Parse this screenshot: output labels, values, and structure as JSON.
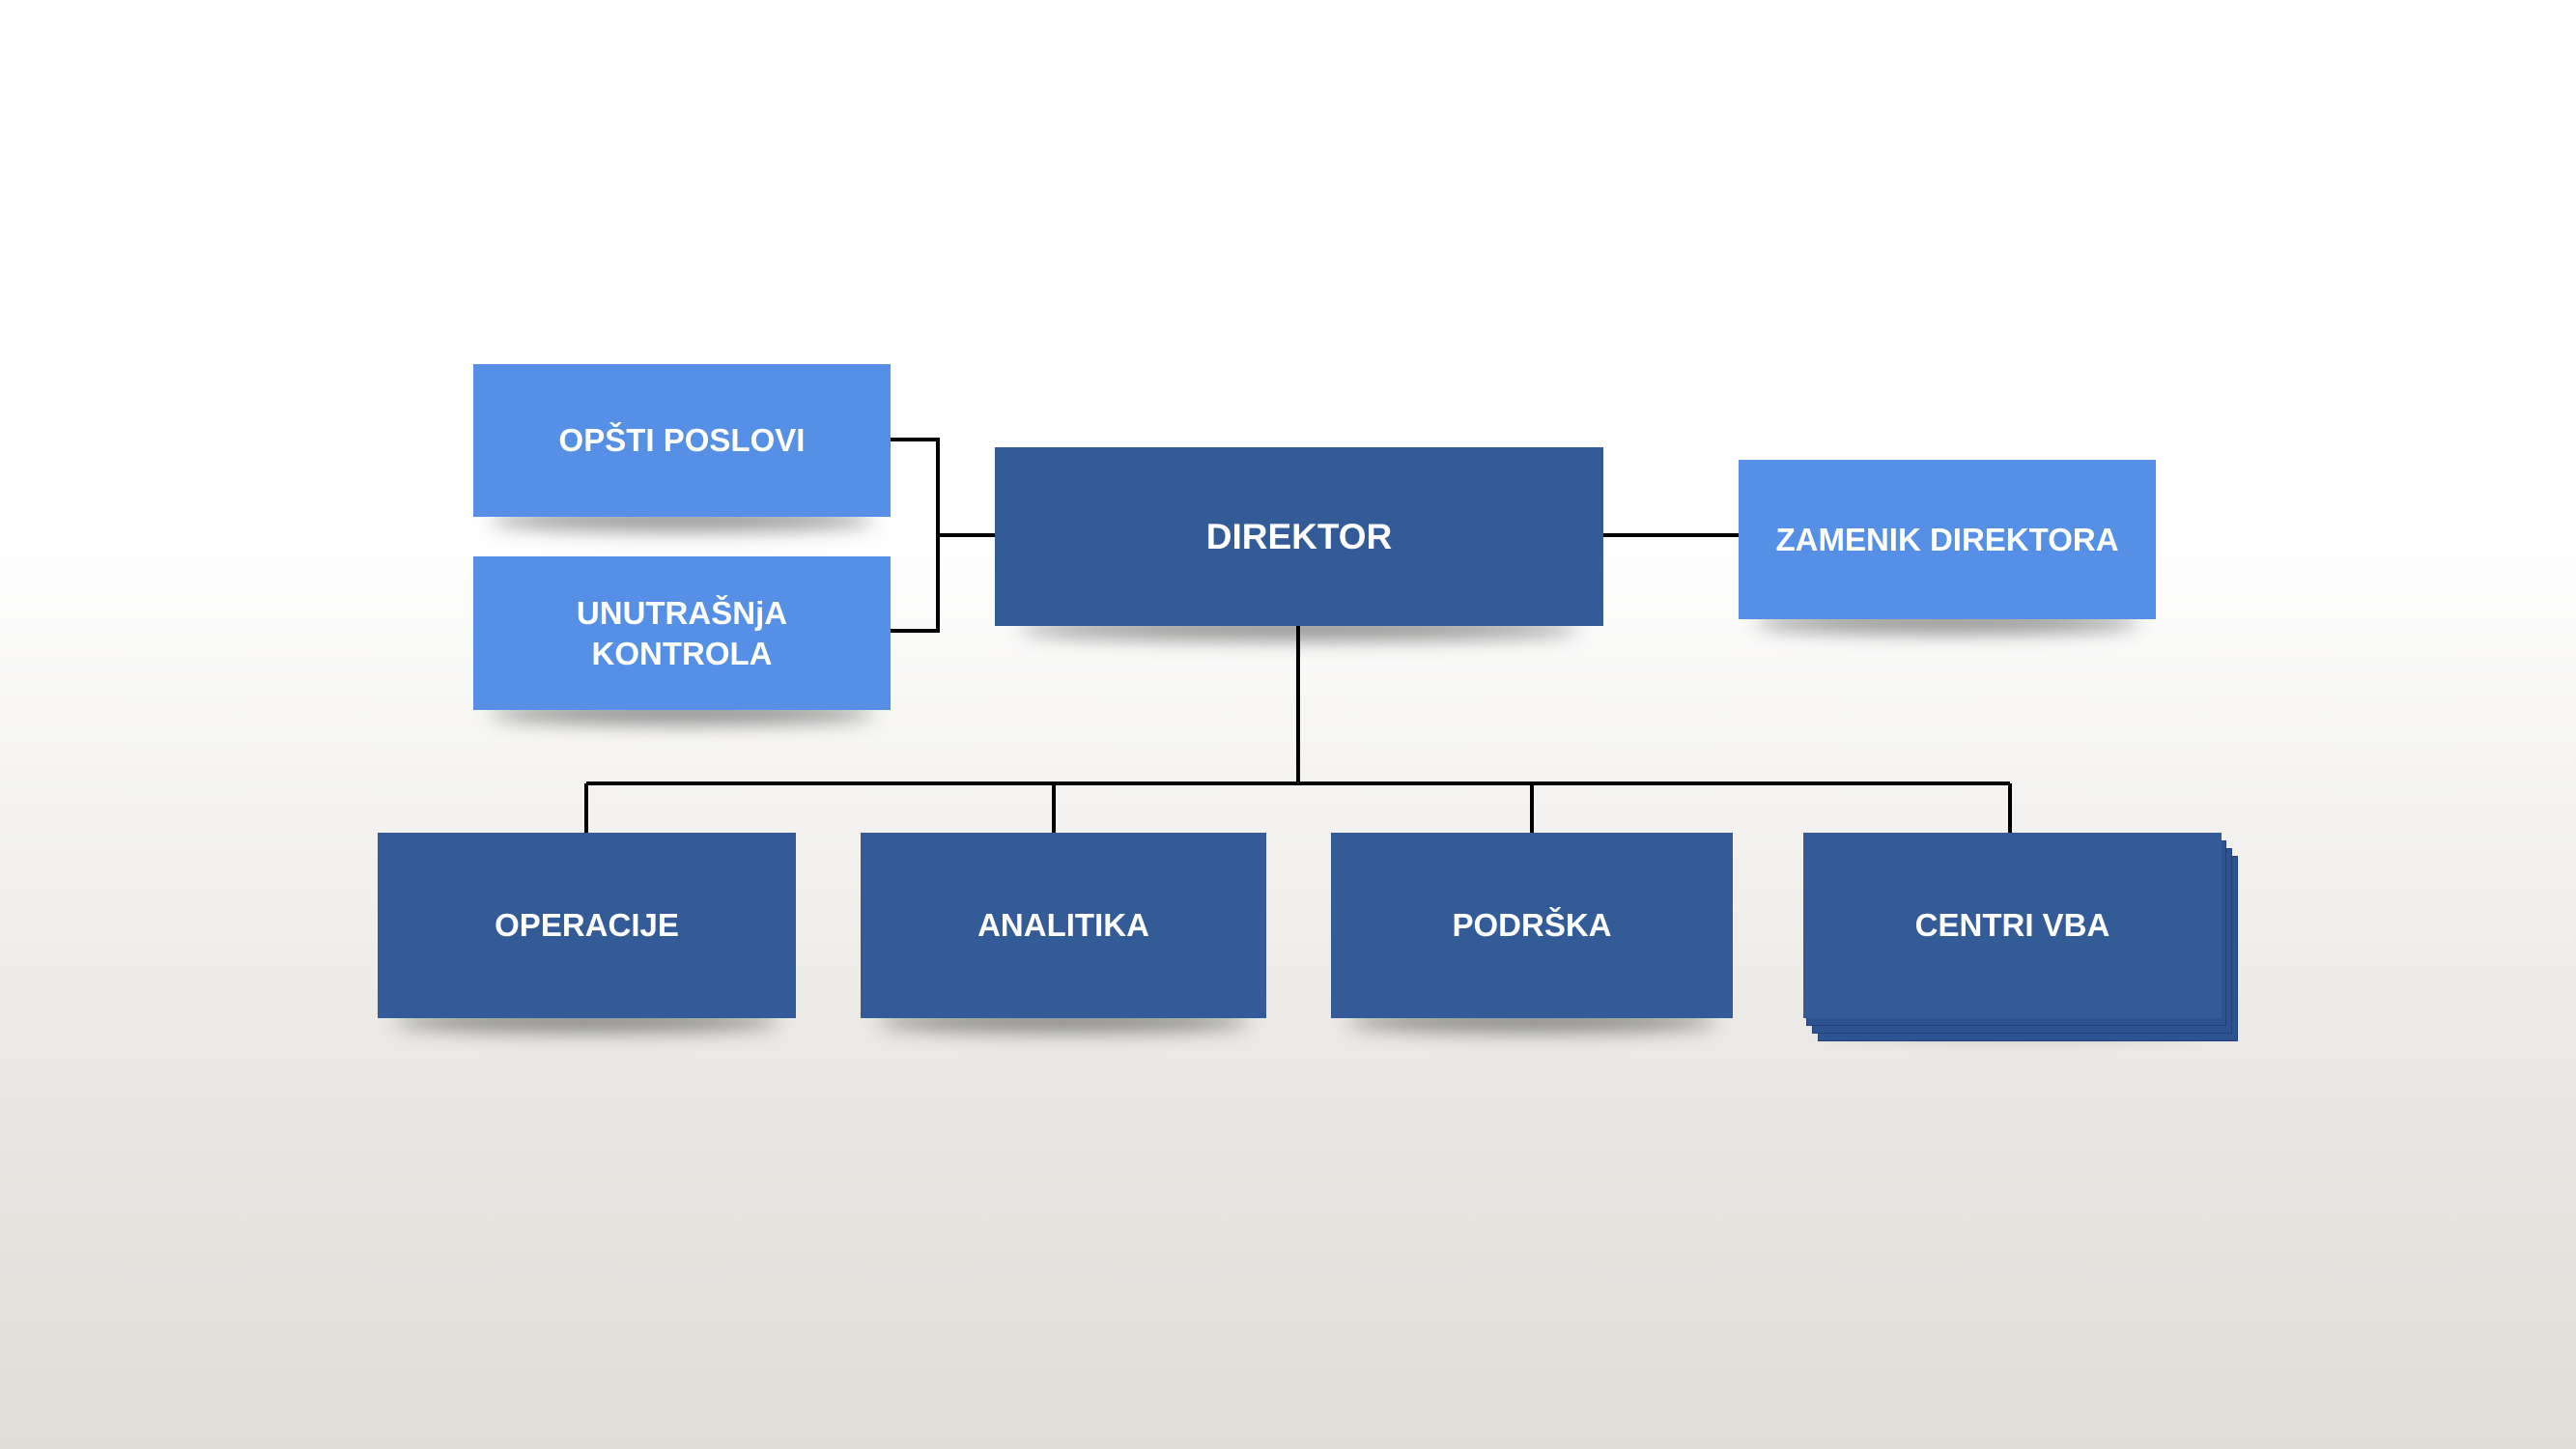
{
  "colors": {
    "primary_box": "#335b98",
    "secondary_box": "#5690e6",
    "text": "#ffffff",
    "connector": "#000000"
  },
  "org_chart": {
    "director": {
      "label": "DIREKTOR"
    },
    "deputy": {
      "label": "ZAMENIK DIREKTORA"
    },
    "staff_units": [
      {
        "label": "OPŠTI POSLOVI"
      },
      {
        "label": "UNUTRAŠNjA\nKONTROLA"
      }
    ],
    "departments": [
      {
        "label": "OPERACIJE"
      },
      {
        "label": "ANALITIKA"
      },
      {
        "label": "PODRŠKA"
      },
      {
        "label": "CENTRI VBA",
        "stacked": true
      }
    ]
  }
}
